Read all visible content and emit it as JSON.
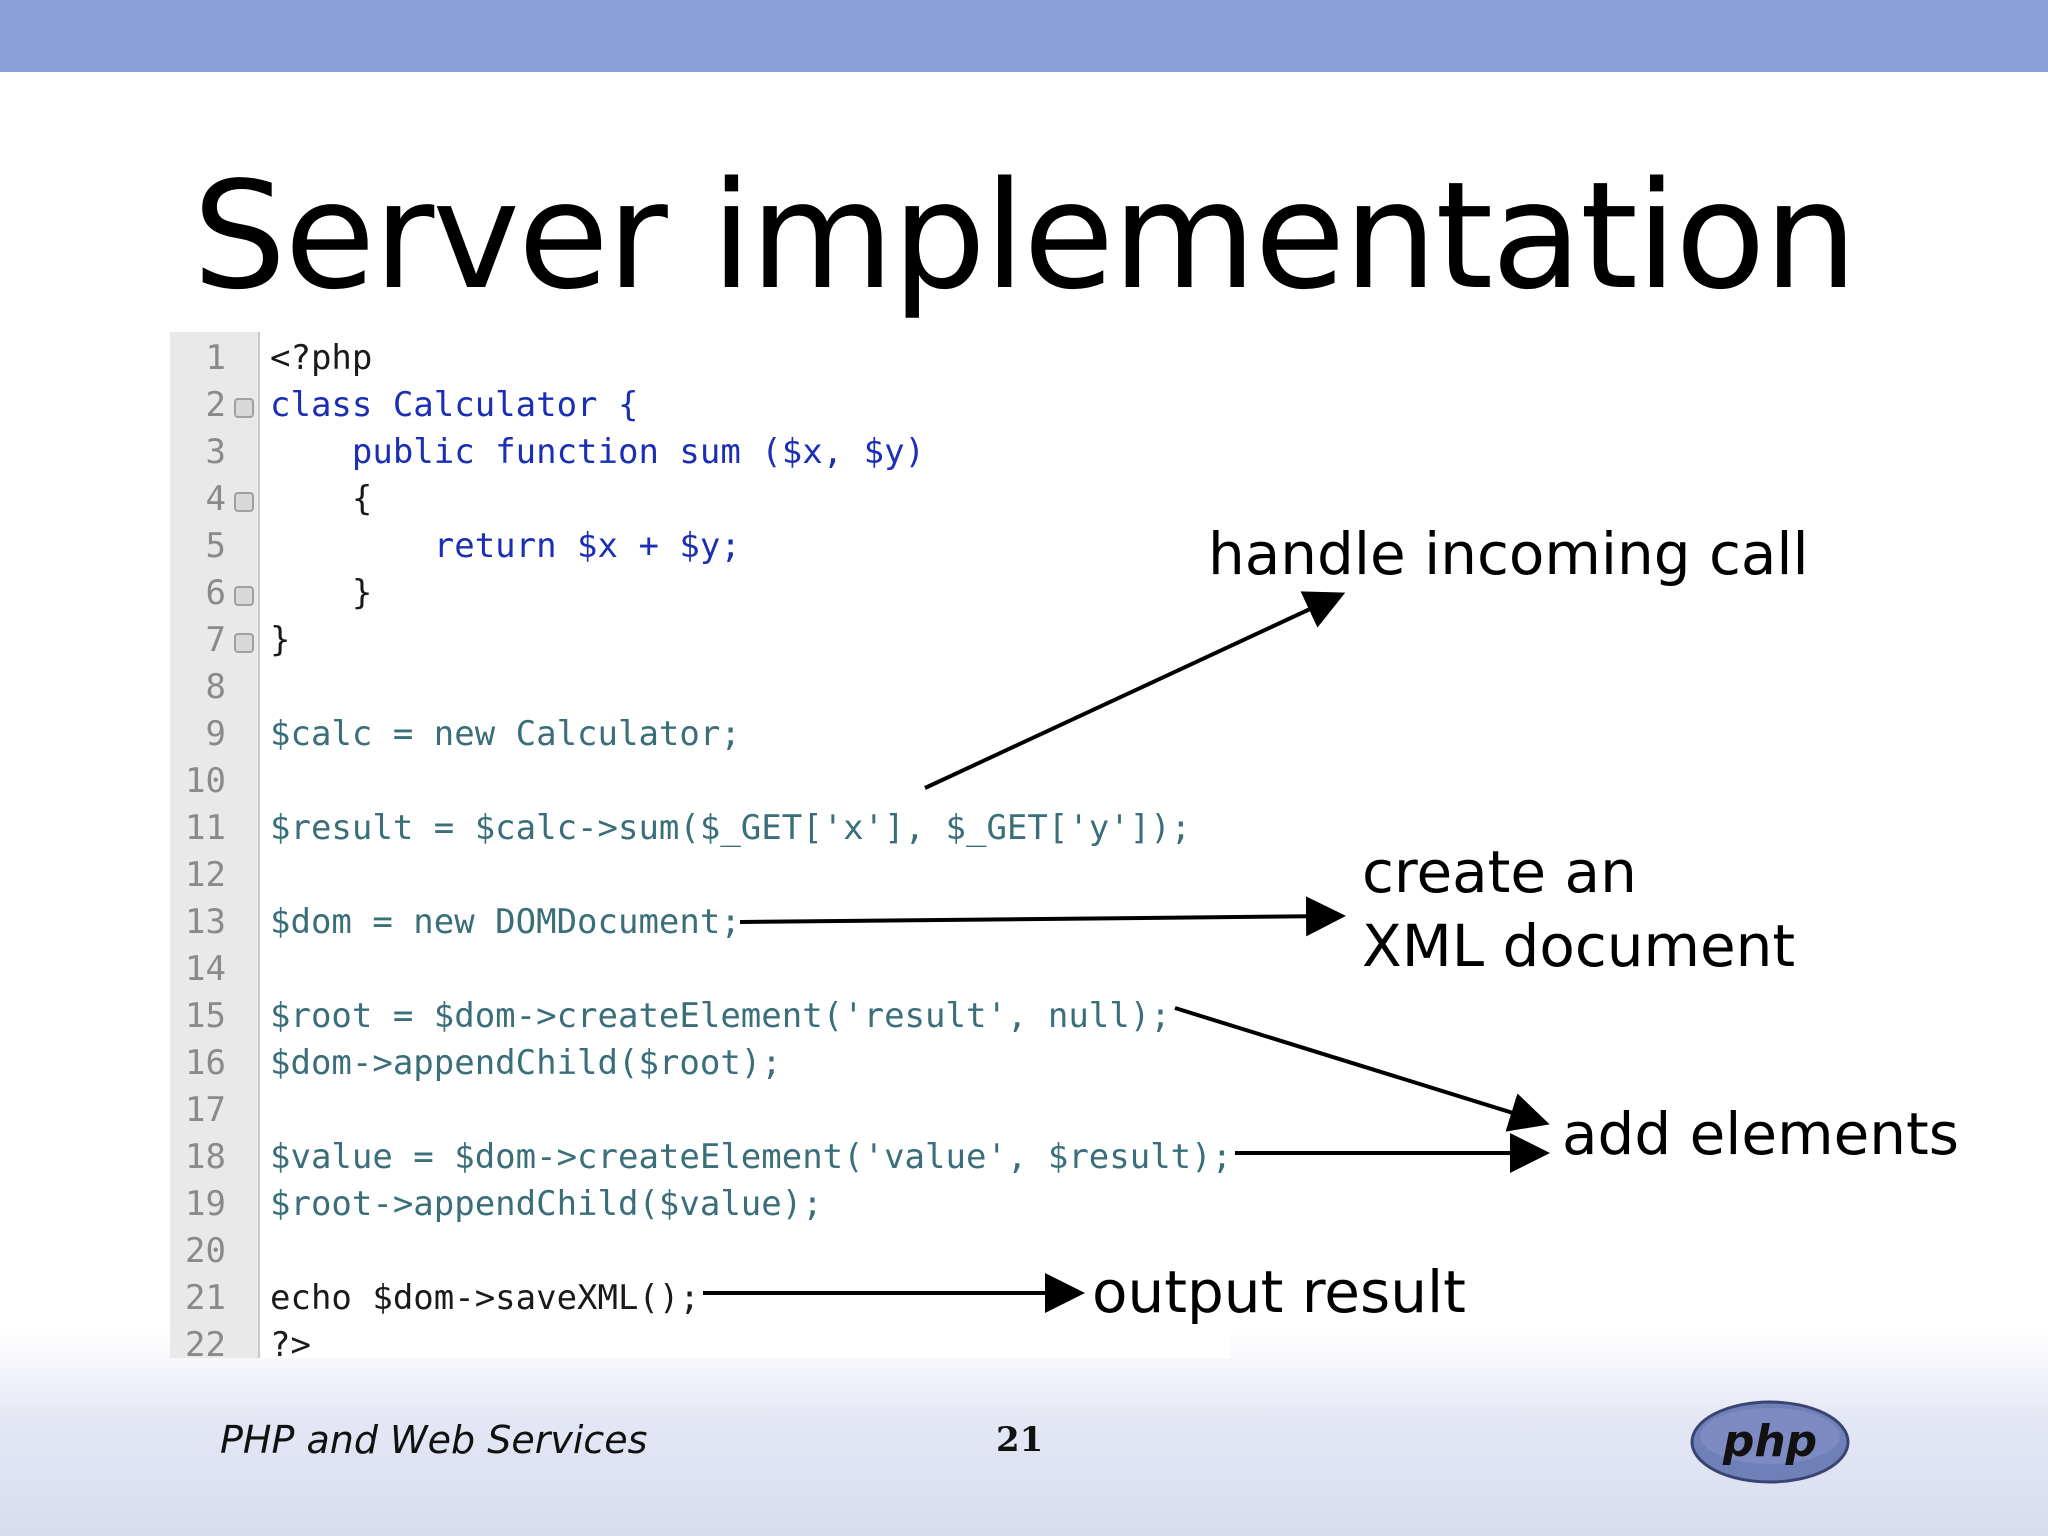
{
  "slide": {
    "title": "Server implementation",
    "footer_left": "PHP and Web Services",
    "page_number": "21",
    "logo_text": "php"
  },
  "code": {
    "lines": [
      {
        "n": "1",
        "text": "<?php"
      },
      {
        "n": "2",
        "text": "class Calculator {"
      },
      {
        "n": "3",
        "text": "    public function sum ($x, $y)"
      },
      {
        "n": "4",
        "text": "    {"
      },
      {
        "n": "5",
        "text": "        return $x + $y;"
      },
      {
        "n": "6",
        "text": "    }"
      },
      {
        "n": "7",
        "text": "}"
      },
      {
        "n": "8",
        "text": ""
      },
      {
        "n": "9",
        "text": "$calc = new Calculator;"
      },
      {
        "n": "10",
        "text": ""
      },
      {
        "n": "11",
        "text": "$result = $calc->sum($_GET['x'], $_GET['y']);"
      },
      {
        "n": "12",
        "text": ""
      },
      {
        "n": "13",
        "text": "$dom = new DOMDocument;"
      },
      {
        "n": "14",
        "text": ""
      },
      {
        "n": "15",
        "text": "$root = $dom->createElement('result', null);"
      },
      {
        "n": "16",
        "text": "$dom->appendChild($root);"
      },
      {
        "n": "17",
        "text": ""
      },
      {
        "n": "18",
        "text": "$value = $dom->createElement('value', $result);"
      },
      {
        "n": "19",
        "text": "$root->appendChild($value);"
      },
      {
        "n": "20",
        "text": ""
      },
      {
        "n": "21",
        "text": "echo $dom->saveXML();"
      },
      {
        "n": "22",
        "text": "?>"
      }
    ]
  },
  "annotations": {
    "handle_call": "handle incoming call",
    "create_xml_1": "create an",
    "create_xml_2": "XML document",
    "add_elements": "add elements",
    "output_result": "output result"
  }
}
